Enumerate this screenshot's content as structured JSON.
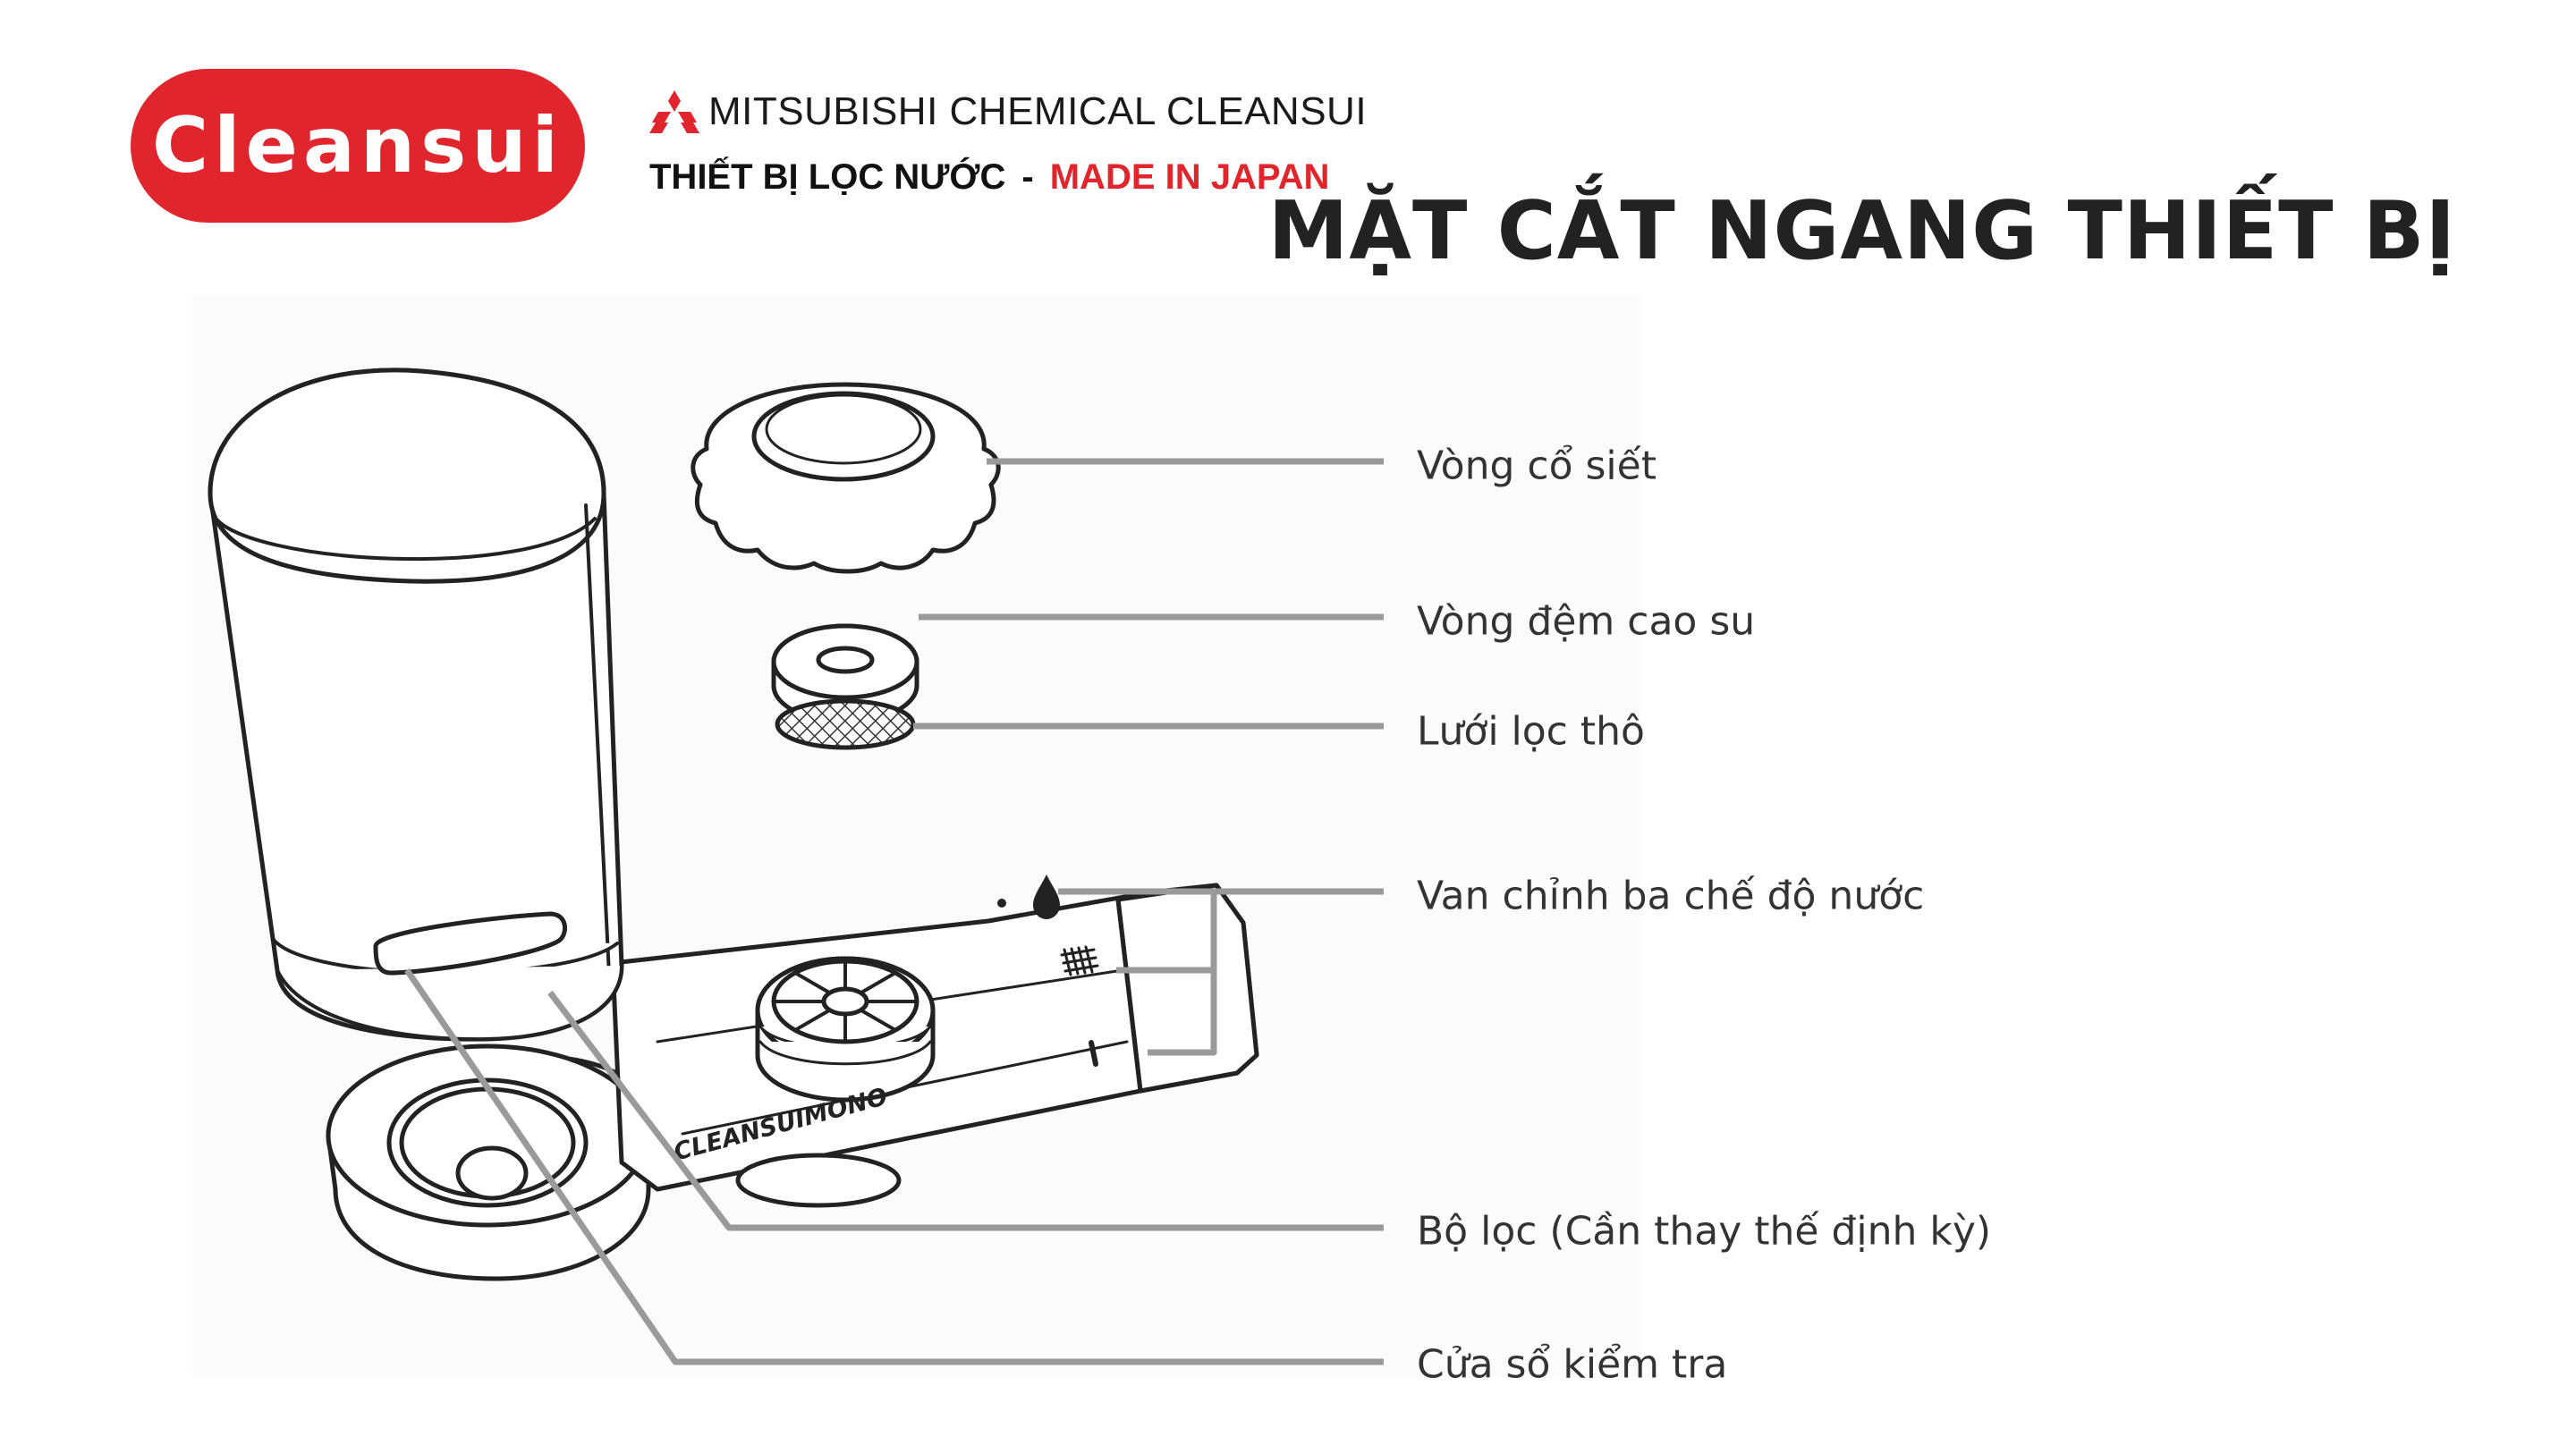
{
  "brand": {
    "logo_text": "Cleansui",
    "logo_color": "#e0262c",
    "parent_logo_icon": "three-diamonds-icon",
    "parent_company": "MITSUBISHI CHEMICAL CLEANSUI",
    "product_line": "THIẾT BỊ LỌC NƯỚC",
    "separator": "-",
    "origin": "MADE IN JAPAN"
  },
  "title": "MẶT CẮT NGANG THIẾT BỊ",
  "device_text": "CLEANSUIMONO",
  "labels": [
    "Vòng cổ siết",
    "Vòng đệm cao su",
    "Lưới lọc thô",
    "Van chỉnh ba chế độ nước",
    "Bộ lọc (Cần thay thế định kỳ)",
    "Cửa sổ kiểm tra"
  ]
}
